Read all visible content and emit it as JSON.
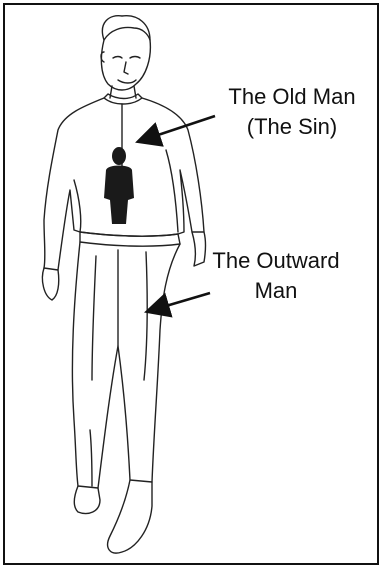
{
  "labels": {
    "old_man": {
      "line1": "The Old Man",
      "line2": "(The Sin)"
    },
    "outward_man": {
      "line1": "The Outward",
      "line2": "Man"
    }
  },
  "colors": {
    "line": "#111111",
    "figure_fill": "#1a1a1a",
    "background": "#ffffff"
  }
}
